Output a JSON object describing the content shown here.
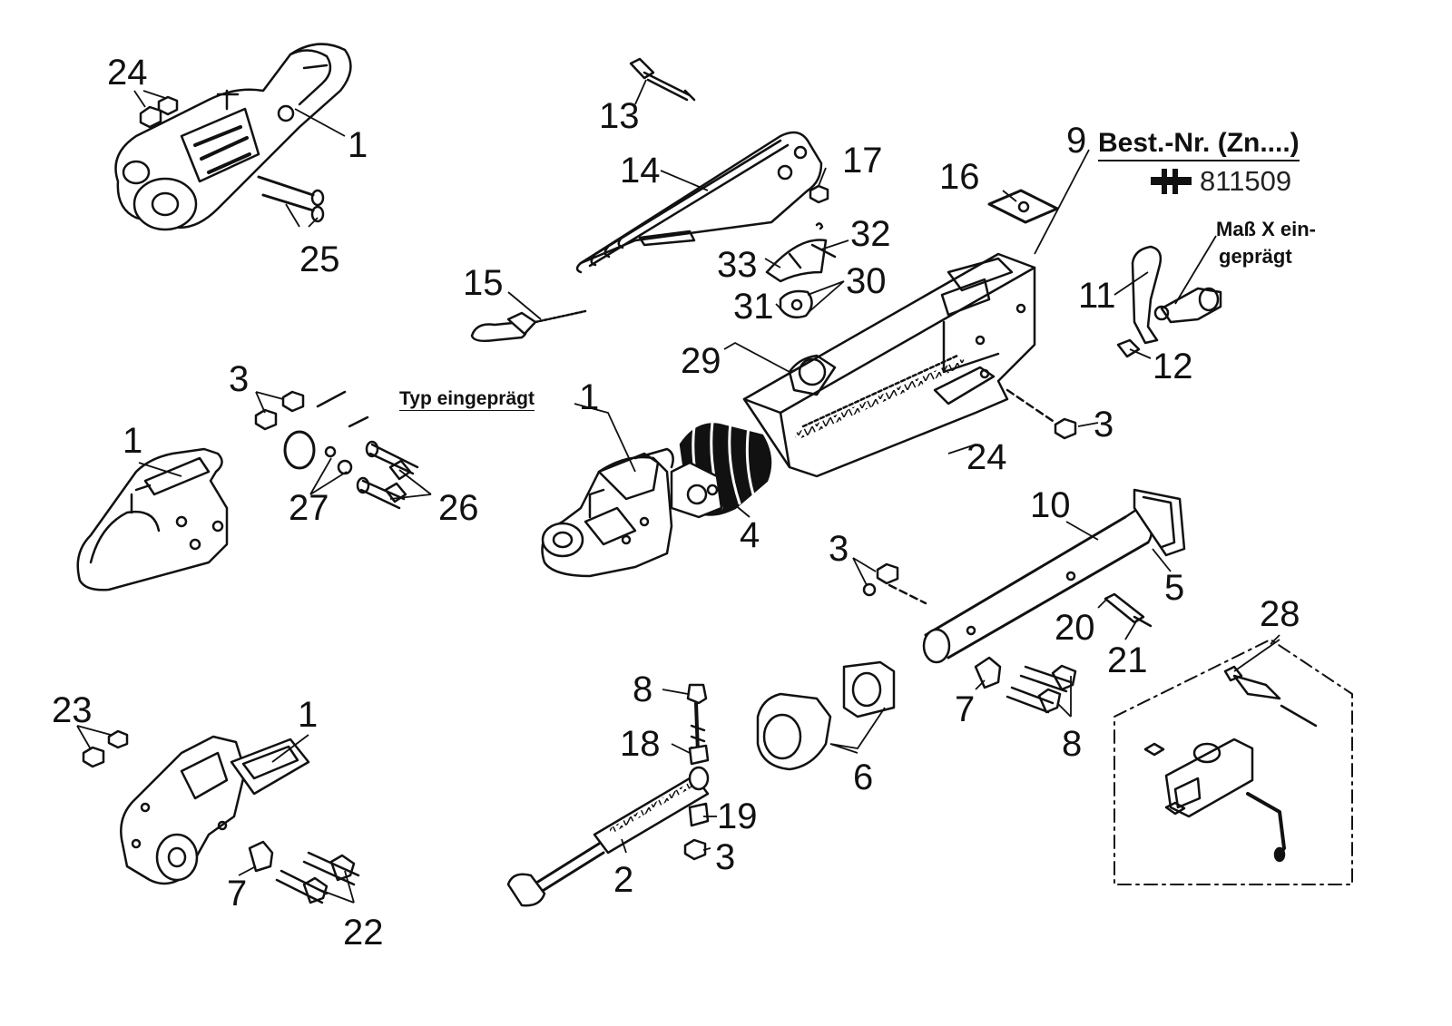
{
  "header": {
    "title": "Best.-Nr. (Zn....)",
    "order_number": "811509"
  },
  "notes": {
    "stamp_note_line1": "Maß X ein-",
    "stamp_note_line2": "geprägt",
    "type_note": "Typ eingeprägt"
  },
  "callouts": {
    "c1_top": "1",
    "c24_top": "24",
    "c25": "25",
    "c13": "13",
    "c14": "14",
    "c17": "17",
    "c9": "9",
    "c16": "16",
    "c32": "32",
    "c33": "33",
    "c30": "30",
    "c31": "31",
    "c15": "15",
    "c11": "11",
    "c12": "12",
    "c29": "29",
    "c3_left": "3",
    "c1_left": "1",
    "c27": "27",
    "c26": "26",
    "c1_mid": "1",
    "c4": "4",
    "c24_mid": "24",
    "c3_right": "3",
    "c10": "10",
    "c5": "5",
    "c3_tube": "3",
    "c20": "20",
    "c21": "21",
    "c28": "28",
    "c8_top": "8",
    "c18": "18",
    "c19": "19",
    "c3_bottom": "3",
    "c2": "2",
    "c6": "6",
    "c7_mid": "7",
    "c8_right": "8",
    "c23": "23",
    "c1_bottom": "1",
    "c7_bottom": "7",
    "c22": "22"
  }
}
